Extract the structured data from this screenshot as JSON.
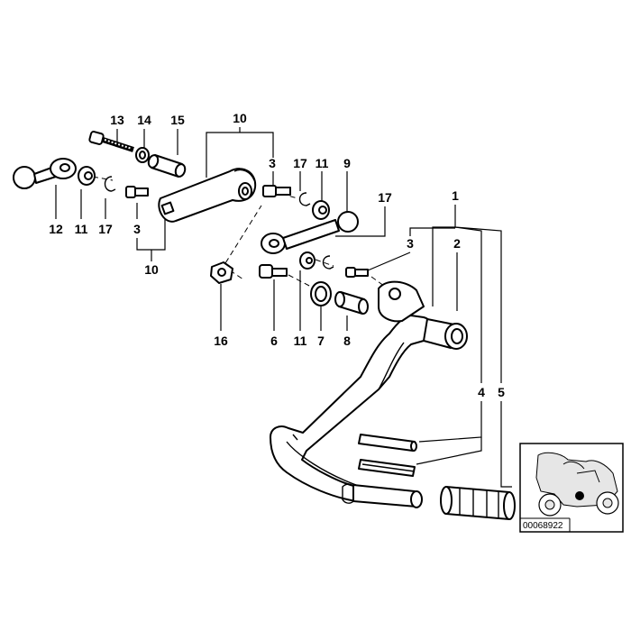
{
  "labels": {
    "l13": "13",
    "l14": "14",
    "l15": "15",
    "l10a": "10",
    "l3a": "3",
    "l17a": "17",
    "l11a": "11",
    "l9": "9",
    "l12": "12",
    "l11b": "11",
    "l17b": "17",
    "l3b": "3",
    "l10b": "10",
    "l17c": "17",
    "l1": "1",
    "l3c": "3",
    "l2": "2",
    "l16": "16",
    "l6": "6",
    "l11c": "11",
    "l7": "7",
    "l8": "8",
    "l4": "4",
    "l5": "5"
  },
  "reference": {
    "code": "00068922",
    "icons": {
      "motorcycle": "motorcycle-silhouette-icon",
      "marker": "location-dot-icon"
    }
  }
}
